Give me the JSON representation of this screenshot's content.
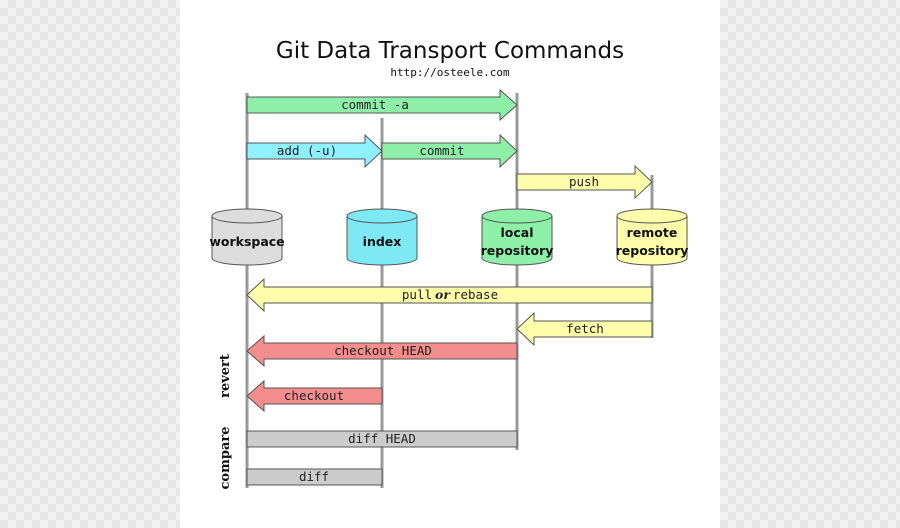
{
  "title": "Git Data Transport Commands",
  "url": "http://osteele.com",
  "repos": {
    "workspace": "workspace",
    "index": "index",
    "local_line1": "local",
    "local_line2": "repository",
    "remote_line1": "remote",
    "remote_line2": "repository"
  },
  "commands": {
    "commit_a": "commit -a",
    "add_u": "add (-u)",
    "commit": "commit",
    "push": "push",
    "pull": "pull",
    "or": "or",
    "rebase": "rebase",
    "fetch": "fetch",
    "checkout_head": "checkout HEAD",
    "checkout": "checkout",
    "diff_head": "diff HEAD",
    "diff": "diff"
  },
  "side_labels": {
    "revert": "revert",
    "compare": "compare"
  },
  "colors": {
    "green": "#8ef0a8",
    "cyan": "#8ff0ff",
    "yellow": "#fdfdaa",
    "red": "#f48d8d",
    "gray": "#cccccc",
    "workspace_fill": "#dcdcdc",
    "index_fill": "#7fe8f5",
    "local_fill": "#8ef0a8",
    "remote_fill": "#fdfdaa"
  }
}
